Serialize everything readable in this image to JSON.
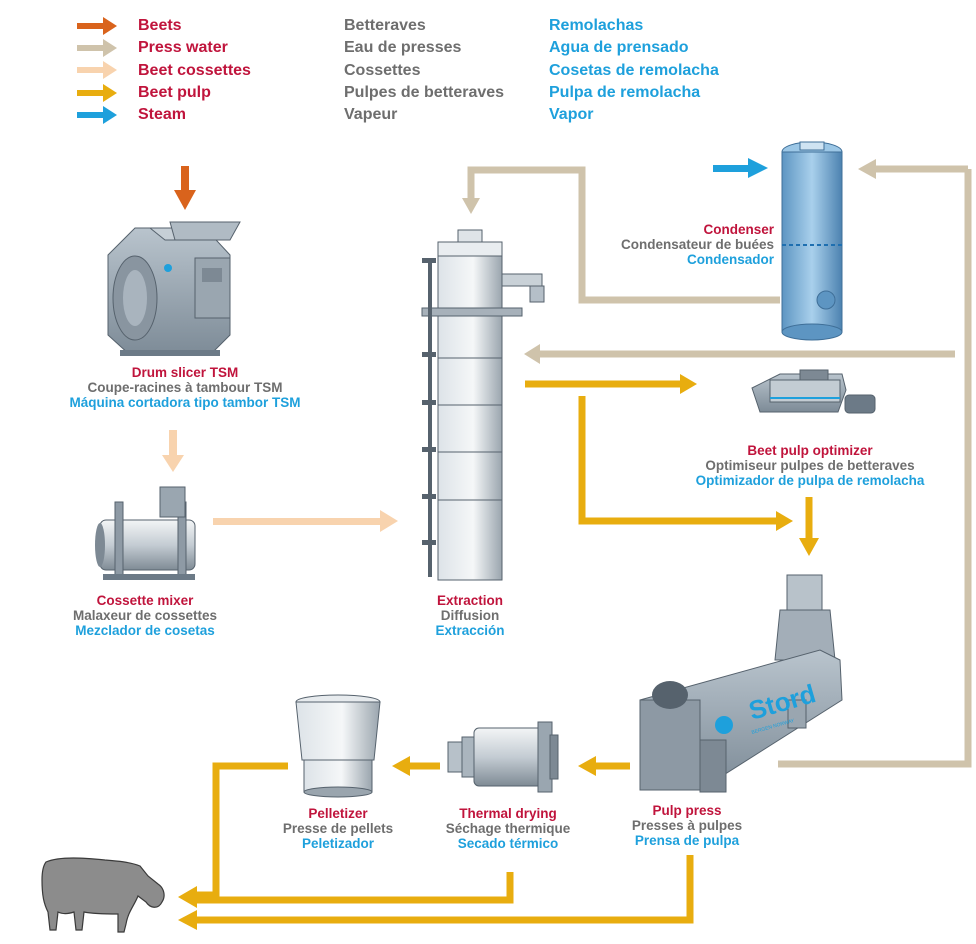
{
  "legend": [
    {
      "en": "Beets",
      "fr": "Betteraves",
      "es": "Remolachas",
      "color": "#d9631c"
    },
    {
      "en": "Press water",
      "fr": "Eau de presses",
      "es": "Agua de prensado",
      "color": "#cfc3ab"
    },
    {
      "en": "Beet cossettes",
      "fr": "Cossettes",
      "es": "Cosetas de remolacha",
      "color": "#f8d3ae"
    },
    {
      "en": "Beet pulp",
      "fr": "Pulpes de betteraves",
      "es": "Pulpa de remolacha",
      "color": "#e8ad0f"
    },
    {
      "en": "Steam",
      "fr": "Vapeur",
      "es": "Vapor",
      "color": "#1ea0dc"
    }
  ],
  "units": {
    "drum_slicer": {
      "en": "Drum slicer TSM",
      "fr": "Coupe-racines à tambour TSM",
      "es": "Máquina cortadora tipo tambor TSM"
    },
    "cossette_mixer": {
      "en": "Cossette mixer",
      "fr": "Malaxeur de cossettes",
      "es": "Mezclador de cosetas"
    },
    "extraction": {
      "en": "Extraction",
      "fr": "Diffusion",
      "es": "Extracción"
    },
    "condenser": {
      "en": "Condenser",
      "fr": "Condensateur de buées",
      "es": "Condensador"
    },
    "pulp_optimizer": {
      "en": "Beet pulp optimizer",
      "fr": "Optimiseur pulpes de betteraves",
      "es": "Optimizador de pulpa de remolacha"
    },
    "pulp_press": {
      "en": "Pulp press",
      "fr": "Presses à pulpes",
      "es": "Prensa de pulpa"
    },
    "thermal_drying": {
      "en": "Thermal drying",
      "fr": "Séchage thermique",
      "es": "Secado térmico"
    },
    "pelletizer": {
      "en": "Pelletizer",
      "fr": "Presse de pellets",
      "es": "Peletizador"
    }
  },
  "brand": {
    "logo_text": "Stord",
    "logo_subtext": "BERGEN NORWAY"
  },
  "colors": {
    "beets": "#d9631c",
    "press_water": "#cfc3ab",
    "cossettes": "#f8d3ae",
    "pulp": "#e8ad0f",
    "steam": "#1ea0dc",
    "machine": "#9aa8b4",
    "machine_dark": "#6c7a87",
    "condenser": "#7fb2d8",
    "cow": "#8c8c8c"
  }
}
